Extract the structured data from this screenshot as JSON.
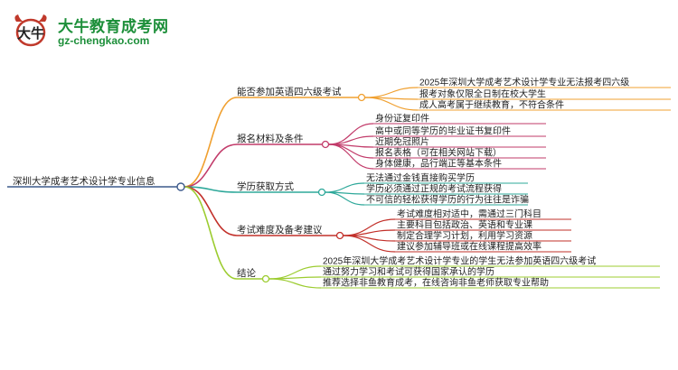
{
  "brand": {
    "name": "大牛教育成考网",
    "url": "gz-chengkao.com",
    "logo_text": "大牛"
  },
  "colors": {
    "root": "#3c5a8c",
    "branches": [
      "#f0a030",
      "#c23b6a",
      "#2ea89a",
      "#c2302a",
      "#9ccc30"
    ]
  },
  "mindmap": {
    "root": "深圳大学成考艺术设计学专业信息",
    "branches": [
      {
        "label": "能否参加英语四六级考试",
        "leaves": [
          "2025年深圳大学成考艺术设计学专业无法报考四六级",
          "报考对象仅限全日制在校大学生",
          "成人高考属于继续教育，不符合条件"
        ]
      },
      {
        "label": "报名材料及条件",
        "leaves": [
          "身份证复印件",
          "高中或同等学历的毕业证书复印件",
          "近期免冠照片",
          "报名表格（可在相关网站下载）",
          "身体健康，品行端正等基本条件"
        ]
      },
      {
        "label": "学历获取方式",
        "leaves": [
          "无法通过金钱直接购买学历",
          "学历必须通过正规的考试流程获得",
          "不可信的轻松获得学历的行为往往是诈骗"
        ]
      },
      {
        "label": "考试难度及备考建议",
        "leaves": [
          "考试难度相对适中，需通过三门科目",
          "主要科目包括政治、英语和专业课",
          "制定合理学习计划，利用学习资源",
          "建议参加辅导班或在线课程提高效率"
        ]
      },
      {
        "label": "结论",
        "leaves": [
          "2025年深圳大学成考艺术设计学专业的学生无法参加英语四六级考试",
          "通过努力学习和考试可获得国家承认的学历",
          "推荐选择非鱼教育成考，在线咨询非鱼老师获取专业帮助"
        ]
      }
    ]
  }
}
